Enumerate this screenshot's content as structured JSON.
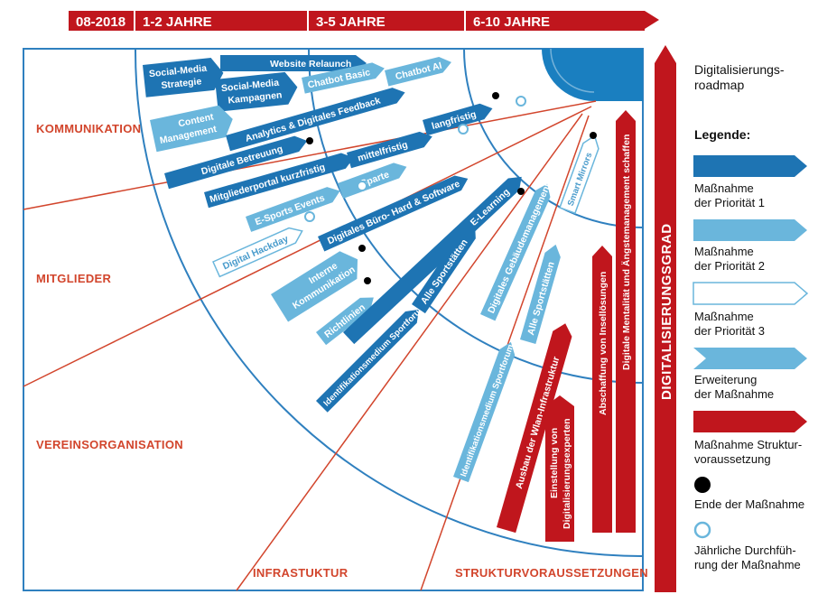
{
  "colors": {
    "red": "#c0161d",
    "blue_dark": "#1e74b3",
    "blue_light": "#6ab6dc",
    "outline_blue": "#3a8ec8",
    "section_text": "#d2452c",
    "sun": "#1a7fc0"
  },
  "timeline": {
    "segments": [
      "08-2018",
      "1-2 JAHRE",
      "3-5 JAHRE",
      "6-10 JAHRE"
    ]
  },
  "sections": {
    "kommunikation": "KOMMUNIKATION",
    "mitglieder": "MITGLIEDER",
    "vereinsorganisation": "VEREINSORGANISATION",
    "infrastuktur": "INFRASTUKTUR",
    "strukturvoraussetzungen": "STRUKTURVORAUSSETZUNGEN"
  },
  "vertical_axis_label": "DIGITALISIERUNGSGRAD",
  "measures": {
    "website_relaunch": "Website Relaunch",
    "social_media_strategie_1": "Social-Media",
    "social_media_strategie_2": "Strategie",
    "social_media_kampagnen_1": "Social-Media",
    "social_media_kampagnen_2": "Kampagnen",
    "chatbot_basic": "Chatbot Basic",
    "chatbot_ai": "Chatbot AI",
    "content_management_1": "Content",
    "content_management_2": "Management",
    "analytics": "Analytics & Digitales Feedback",
    "digitale_betreuung": "Digitale Betreuung",
    "mitgliederportal_kurz": "Mitgliederportal kurzfristig",
    "mitgliederportal_mittel": "mittelfristig",
    "mitgliederportal_lang": "langfristig",
    "esports_events": "E-Sports Events",
    "sparte": "Sparte",
    "digital_hackday": "Digital Hackday",
    "buero": "Digitales Büro- Hard & Software",
    "elearning": "E-Learning",
    "interne_kommunikation_1": "Interne",
    "interne_kommunikation_2": "Kommunikation",
    "richtlinien": "Richtlinien",
    "id_sportforum_1": "Identifikationsmedium Sportforum",
    "alle_sportstaetten_1": "Alle Sportstätten",
    "gebaeudemanagement": "Digitales Gebäudemanagement",
    "smart_mirrors": "Smart Mirrors",
    "id_sportforum_2": "Identifikationsmedium Sportforum",
    "alle_sportstaetten_2": "Alle Sportstätten",
    "wlan": "Ausbau der Wlan-Infrastruktur",
    "experten_1": "Einstellung von",
    "experten_2": "Digitalisierungsexperten",
    "insel": "Abschaffung von Insellösungen",
    "mentalitaet": "Digitale Mentalität und Ängstemanagement schaffen"
  },
  "legend": {
    "title_1": "Digitalisierungs-",
    "title_2": "roadmap",
    "heading": "Legende:",
    "items": [
      {
        "type": "priority-1",
        "line1": "Maßnahme",
        "line2": "der Priorität 1"
      },
      {
        "type": "priority-2",
        "line1": "Maßnahme",
        "line2": "der Priorität 2"
      },
      {
        "type": "priority-3",
        "line1": "Maßnahme",
        "line2": "der Priorität 3"
      },
      {
        "type": "extension",
        "line1": "Erweiterung",
        "line2": "der Maßnahme"
      },
      {
        "type": "structure",
        "line1": "Maßnahme Struktur-",
        "line2": "voraussetzung"
      },
      {
        "type": "end-dot",
        "line1": "Ende der Maßnahme",
        "line2": ""
      },
      {
        "type": "annual-circle",
        "line1": "Jährliche Durchfüh-",
        "line2": "rung der Maßnahme"
      }
    ]
  }
}
